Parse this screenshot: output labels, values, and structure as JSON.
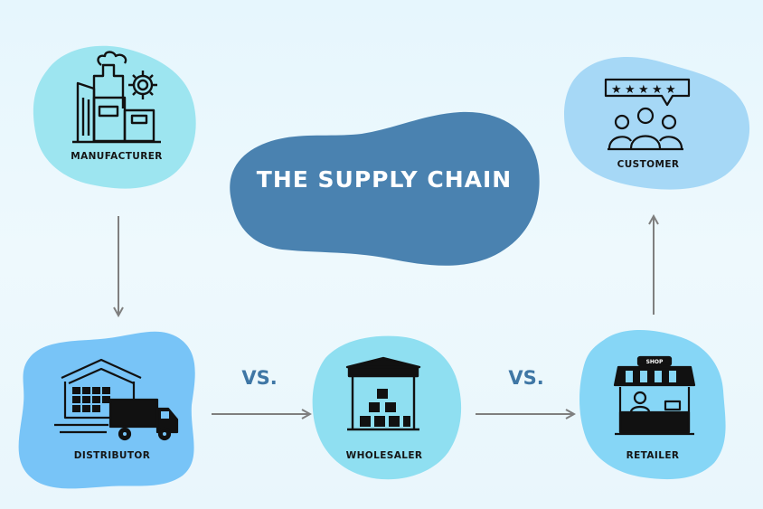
{
  "title": "THE SUPPLY CHAIN",
  "nodes": {
    "manufacturer": "MANUFACTURER",
    "distributor": "DISTRIBUTOR",
    "wholesaler": "WHOLESALER",
    "retailer": "RETAILER",
    "customer": "CUSTOMER"
  },
  "connectors": {
    "vs_left": "VS.",
    "vs_right": "VS."
  },
  "shop_sign": "SHOP",
  "icons": [
    "factory-icon",
    "warehouse-truck-icon",
    "wholesale-warehouse-icon",
    "shop-stall-icon",
    "customer-review-icon"
  ],
  "colors": {
    "background": "#e6f6fd",
    "title_blob": "#4a82b0",
    "manufacturer_blob": "#9de5f0",
    "distributor_blob": "#78c4f7",
    "wholesaler_blob": "#8fdff1",
    "retailer_blob": "#86d6f6",
    "customer_blob": "#a6d8f6",
    "arrow": "#7f7f7f",
    "vs_text": "#3f77a5"
  }
}
